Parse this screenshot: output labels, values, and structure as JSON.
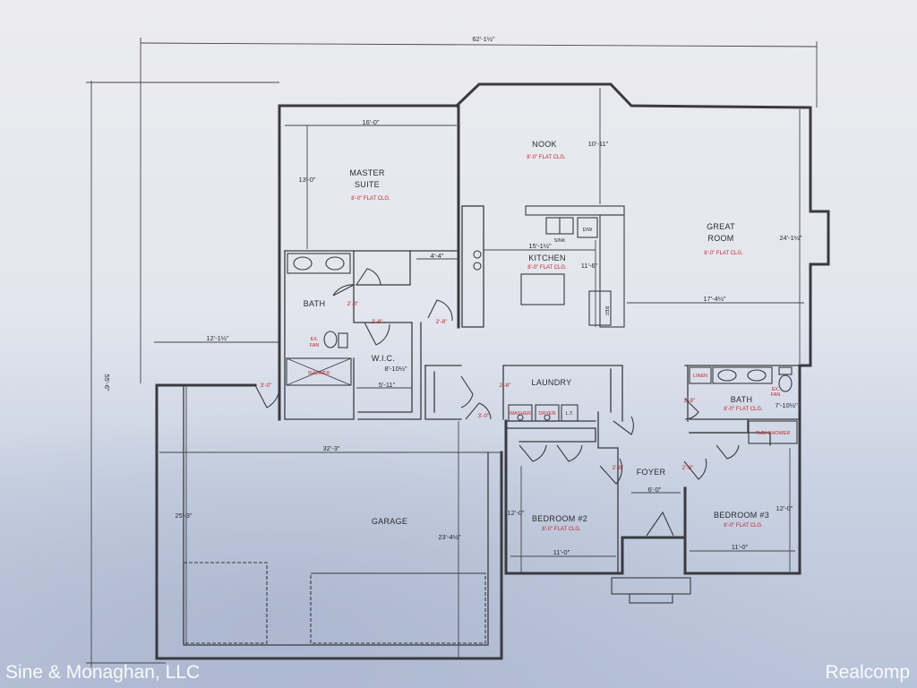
{
  "rooms": {
    "nook": {
      "name": "NOOK",
      "ceiling": "8'-0\" FLAT CLG."
    },
    "master": {
      "name1": "MASTER",
      "name2": "SUITE",
      "ceiling": "8'-0\" FLAT CLG."
    },
    "great": {
      "name1": "GREAT",
      "name2": "ROOM",
      "ceiling": "8'-0\" FLAT CLG."
    },
    "kitchen": {
      "name": "KITCHEN",
      "ceiling": "8'-0\" FLAT CLG."
    },
    "bath": {
      "name": "BATH"
    },
    "wic": {
      "name": "W.I.C."
    },
    "laundry": {
      "name": "LAUNDRY"
    },
    "bath2": {
      "name": "BATH",
      "ceiling": "8'-0\" FLAT CLG."
    },
    "foyer": {
      "name": "FOYER"
    },
    "garage": {
      "name": "GARAGE"
    },
    "bedroom2": {
      "name": "BEDROOM #2",
      "ceiling": "8'-0\" FLAT CLG."
    },
    "bedroom3": {
      "name": "BEDROOM #3",
      "ceiling": "8'-0\" FLAT CLG."
    }
  },
  "dimensions": {
    "overall_width": "62'-1½\"",
    "overall_depth": "55'-6\"",
    "master_w": "16'-0\"",
    "master_d": "13'-0\"",
    "nook_d": "10'-11\"",
    "great_d": "24'-1½\"",
    "great_w": "17'-4½\"",
    "kitchen_w": "15'-1½\"",
    "kitchen_d": "11'-6\"",
    "hall_w": "4'-4\"",
    "left_offset": "12'-1½\"",
    "wic_w": "8'-10½\"",
    "wic_d": "5'-11\"",
    "garage_w": "32'-3\"",
    "garage_d": "25'-3\"",
    "garage_depth_mid": "23'-4½\"",
    "foyer_w": "6'-0\"",
    "bed2_d": "12'-0\"",
    "bed2_w": "11'-0\"",
    "bed3_d": "12'-0\"",
    "bed3_w": "11'-0\"",
    "bath2_d": "7'-10½\"",
    "door_3_0": "3'-0\"",
    "door_3_0b": "3'-0\""
  },
  "doors": {
    "d28a": "2'-8\"",
    "d28b": "2'-8\"",
    "d28c": "2'-8\"",
    "d28d": "2'-8\"",
    "d28e": "2'-8\"",
    "d28f": "2'-8\"",
    "d28g": "2'-8\""
  },
  "fixtures": {
    "sink": "SINK",
    "dw": "D/W",
    "ref": "REF",
    "shower": "SHOWER",
    "fan1a": "EX.",
    "fan1b": "FAN",
    "fan2a": "EX.",
    "fan2b": "FAN",
    "washer": "WASHER",
    "dryer": "DRYER",
    "lt": "L.T.",
    "linen": "LINEN",
    "tubshower": "TUB/ SHOWER"
  },
  "watermark": {
    "left": "Sine & Monaghan, LLC",
    "right": "Realcomp"
  }
}
